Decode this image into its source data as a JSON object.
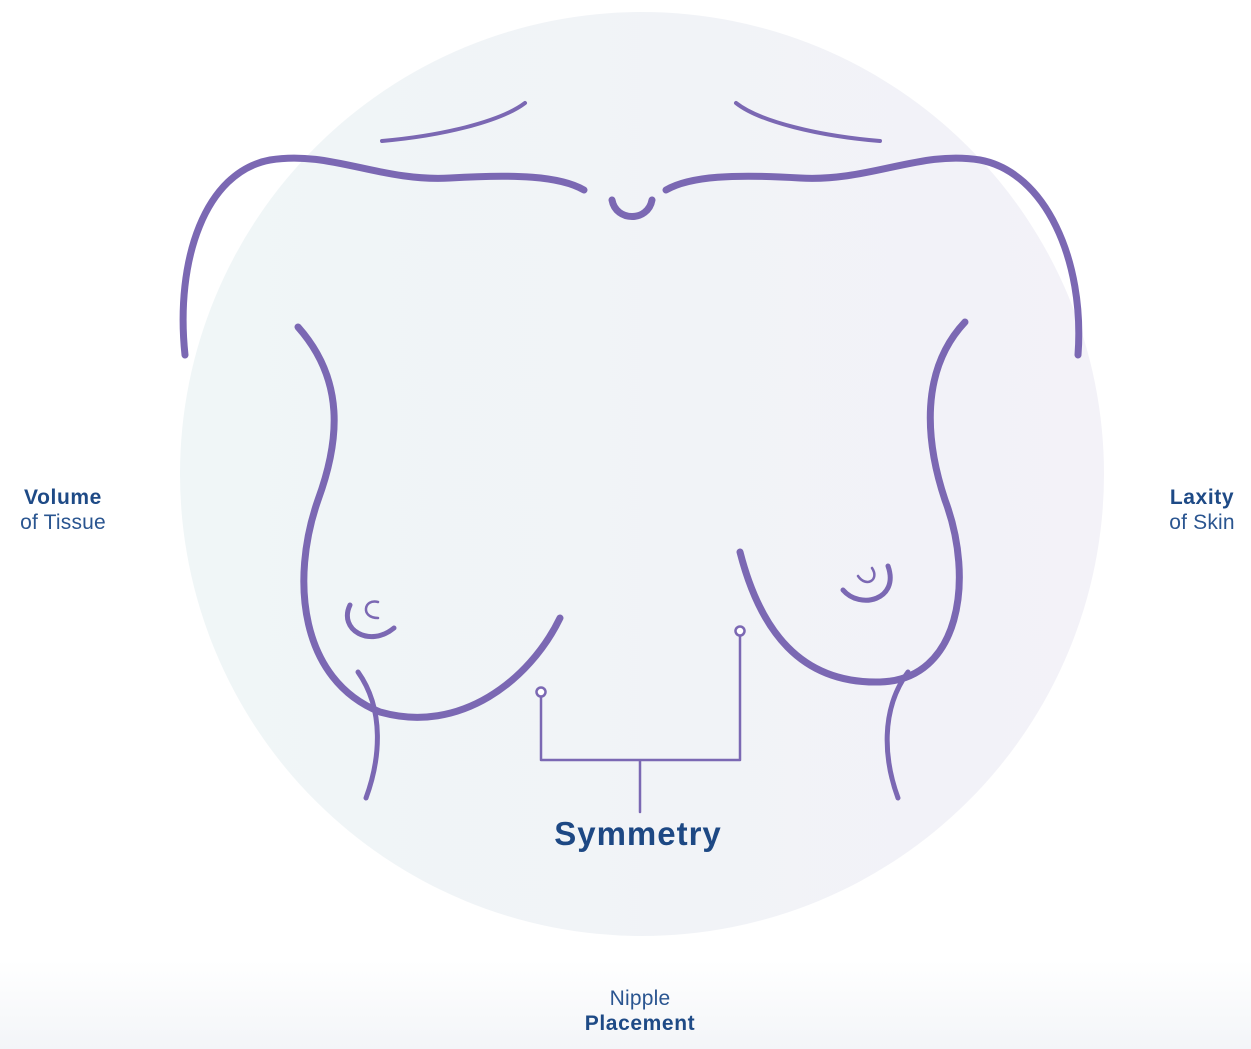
{
  "labels": {
    "volume": {
      "strong": "Volume",
      "light": "of Tissue"
    },
    "laxity": {
      "strong": "Laxity",
      "light": "of Skin"
    },
    "symmetry": "Symmetry",
    "nipple": {
      "light": "Nipple",
      "strong": "Placement"
    }
  },
  "colors": {
    "outline": "#7b68b3",
    "label": "#1e4a86"
  }
}
